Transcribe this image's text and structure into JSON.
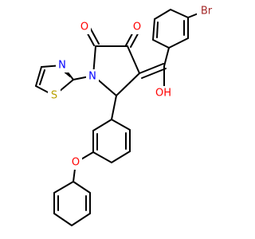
{
  "molecule": {
    "atoms": {
      "o_top_left": "O",
      "o_top_right": "O",
      "n_ring": "N",
      "n_thiazole": "N",
      "s_thiazole": "S",
      "br": "Br",
      "o_hydroxyl": "OH",
      "o_ether": "O"
    },
    "colors": {
      "bond": "#000000",
      "oxygen": "#ff0000",
      "nitrogen": "#0000ff",
      "sulfur": "#b8a000",
      "bromine": "#a52a2a"
    }
  }
}
